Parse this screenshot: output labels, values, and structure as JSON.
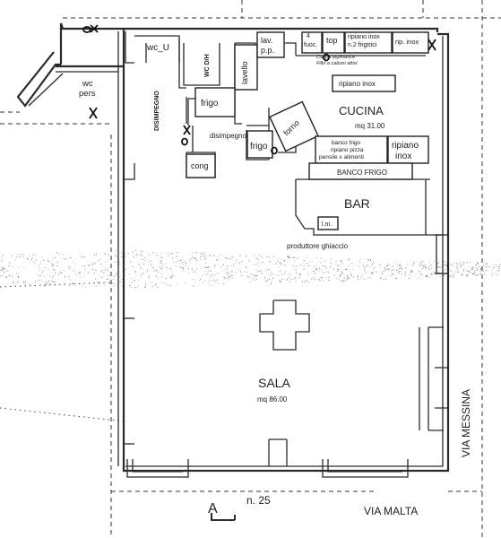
{
  "rooms": {
    "wc_u": "wc_U",
    "wc_pers_line1": "wc",
    "wc_pers_line2": "pers",
    "disimpegno_vertical": "DISIMPEGNO",
    "wc_dh": "WC D/H",
    "lavello": "lavello",
    "lav_line1": "lav.",
    "lav_line2": "p.p.",
    "fourfrag_line1": "4",
    "fourfrag_line2": "fuoc.",
    "top": "top",
    "ripiano_inox_n2_line1": "ripiano inox",
    "ripiano_inox_n2_line2": "n.2 frigtrici",
    "rip_inox": "rip. inox",
    "cappa_line1": "Cappa aspiratrice",
    "cappa_line2": "Filtri a caboni attivi",
    "ripiano_inox": "ripiano inox",
    "cucina": "CUCINA",
    "cucina_area": "mq 31.00",
    "frigo_upper": "frigo",
    "disimpegno": "disimpegno",
    "frigo_lower": "frigo",
    "forno": "forno",
    "banco_frigo_small_line1": "banco frigo",
    "banco_frigo_small_line2": "ripiano pizza",
    "banco_frigo_small_line3": "pensile x alimenti",
    "ripiano_inox_right_line1": "ripiano",
    "ripiano_inox_right_line2": "inox",
    "cong": "cong",
    "banco_frigo": "BANCO FRIGO",
    "bar": "BAR",
    "lm": "l.m.",
    "produttore": "produttore ghiaccio",
    "sala": "SALA",
    "sala_area": "mq 86.00"
  },
  "streets": {
    "via_messina": "VIA MESSINA",
    "via_malta": "VIA MALTA",
    "civic_number": "n. 25",
    "section_letter": "A"
  }
}
